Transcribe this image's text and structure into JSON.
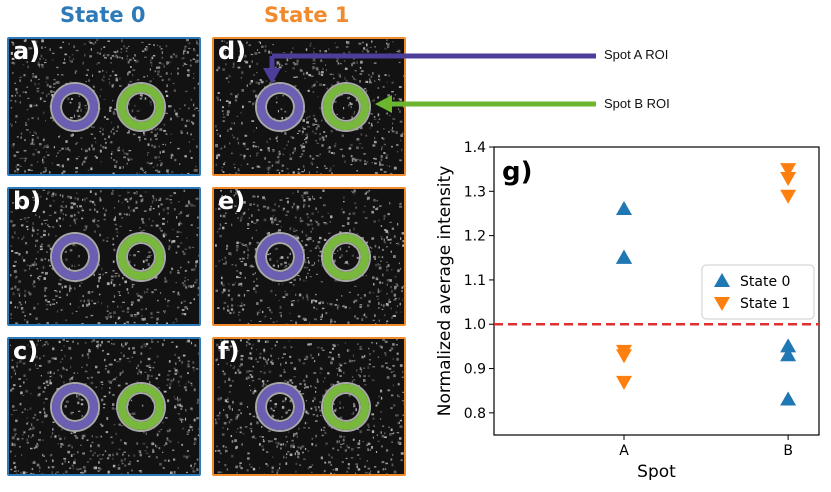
{
  "columns": [
    {
      "title": "State 0",
      "color": "#2e7ab8"
    },
    {
      "title": "State 1",
      "color": "#f08a2c"
    }
  ],
  "panels": [
    {
      "label": "a)",
      "state": 0
    },
    {
      "label": "b)",
      "state": 0
    },
    {
      "label": "c)",
      "state": 0
    },
    {
      "label": "d)",
      "state": 1
    },
    {
      "label": "e)",
      "state": 1
    },
    {
      "label": "f)",
      "state": 1
    }
  ],
  "annotations": {
    "spot_a": {
      "text": "Spot A ROI",
      "color": "#4b3f9a"
    },
    "spot_b": {
      "text": "Spot B ROI",
      "color": "#6bb52f"
    }
  },
  "chart_data": {
    "type": "scatter",
    "panel_label": "g)",
    "xlabel": "Spot",
    "ylabel": "Normalized average intensity",
    "categories": [
      "A",
      "B"
    ],
    "ylim": [
      0.75,
      1.4
    ],
    "yticks": [
      "0.8",
      "0.9",
      "1.0",
      "1.1",
      "1.2",
      "1.3",
      "1.4"
    ],
    "reference_line": {
      "y": 1.0,
      "color": "#e03030",
      "style": "dashed"
    },
    "legend_position": "center-right",
    "series": [
      {
        "name": "State 0",
        "marker": "triangle-up",
        "color": "#1f77b4",
        "points": [
          [
            "A",
            1.26
          ],
          [
            "A",
            1.15
          ],
          [
            "A",
            1.15
          ],
          [
            "B",
            0.95
          ],
          [
            "B",
            0.93
          ],
          [
            "B",
            0.83
          ]
        ]
      },
      {
        "name": "State 1",
        "marker": "triangle-down",
        "color": "#ff7f0e",
        "points": [
          [
            "A",
            0.94
          ],
          [
            "A",
            0.93
          ],
          [
            "A",
            0.87
          ],
          [
            "B",
            1.35
          ],
          [
            "B",
            1.33
          ],
          [
            "B",
            1.29
          ]
        ]
      }
    ]
  }
}
